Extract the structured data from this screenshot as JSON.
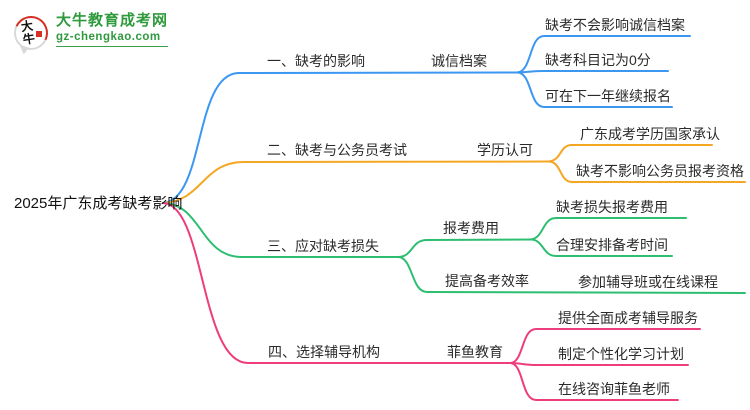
{
  "logo": {
    "icon_text": "大牛",
    "title": "大牛教育成考网",
    "domain": "gz-chengkao.com",
    "brand_color": "#2f9a3d",
    "accent_color": "#d93025"
  },
  "mindmap": {
    "root": "2025年广东成考缺考影响",
    "branches": [
      {
        "label": "一、缺考的影响",
        "color": "#3b97f2",
        "children": [
          {
            "label": "诚信档案",
            "children": [
              "缺考不会影响诚信档案",
              "缺考科目记为0分",
              "可在下一年继续报名"
            ]
          }
        ]
      },
      {
        "label": "二、缺考与公务员考试",
        "color": "#f5a623",
        "children": [
          {
            "label": "学历认可",
            "children": [
              "广东成考学历国家承认",
              "缺考不影响公务员报考资格"
            ]
          }
        ]
      },
      {
        "label": "三、应对缺考损失",
        "color": "#2ebe71",
        "children": [
          {
            "label": "报考费用",
            "children": [
              "缺考损失报考费用",
              "合理安排备考时间"
            ]
          },
          {
            "label": "提高备考效率",
            "children": [
              "参加辅导班或在线课程"
            ]
          }
        ]
      },
      {
        "label": "四、选择辅导机构",
        "color": "#ee3d7d",
        "children": [
          {
            "label": "菲鱼教育",
            "children": [
              "提供全面成考辅导服务",
              "制定个性化学习计划",
              "在线咨询菲鱼老师"
            ]
          }
        ]
      }
    ]
  }
}
